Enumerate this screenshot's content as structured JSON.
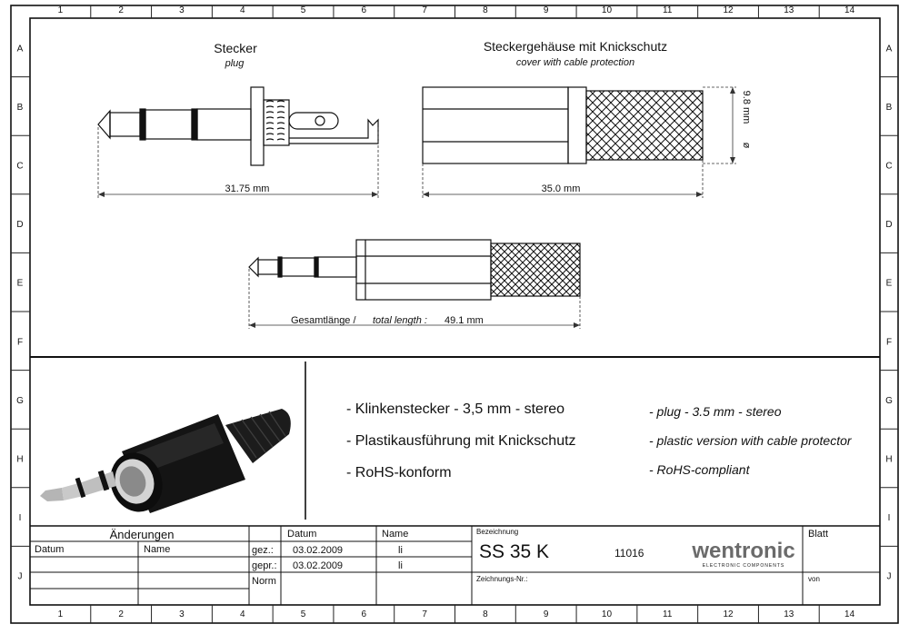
{
  "border": {
    "columns": [
      "1",
      "2",
      "3",
      "4",
      "5",
      "6",
      "7",
      "8",
      "9",
      "10",
      "11",
      "12",
      "13",
      "14"
    ],
    "rows": [
      "A",
      "B",
      "C",
      "D",
      "E",
      "F",
      "G",
      "H",
      "I",
      "J"
    ]
  },
  "views": {
    "plug": {
      "title": "Stecker",
      "subtitle": "plug",
      "dimension": "31.75 mm"
    },
    "cover": {
      "title": "Steckergehäuse mit Knickschutz",
      "subtitle": "cover with cable protection",
      "dimension": "35.0 mm",
      "diameter": "9.8 mm",
      "diameter_symbol": "ø"
    },
    "assembly": {
      "label_de": "Gesamtlänge /",
      "label_en": "total length :",
      "dimension": "49.1 mm"
    }
  },
  "features": {
    "de": [
      "- Klinkenstecker - 3,5 mm - stereo",
      "- Plastikausführung mit Knickschutz",
      "- RoHS-konform"
    ],
    "en": [
      "- plug - 3.5 mm - stereo",
      "- plastic version with cable protector",
      "- RoHS-compliant"
    ]
  },
  "title_block": {
    "changes_header": "Änderungen",
    "changes_col_date": "Datum",
    "changes_col_name": "Name",
    "sign_col_date": "Datum",
    "sign_col_name": "Name",
    "rows": [
      {
        "label": "gez.:",
        "date": "03.02.2009",
        "name": "li"
      },
      {
        "label": "gepr.:",
        "date": "03.02.2009",
        "name": "li"
      },
      {
        "label": "Norm",
        "date": "",
        "name": ""
      }
    ],
    "designation_label": "Bezeichnung",
    "designation": "SS 35 K",
    "article_number": "11016",
    "drawing_no_label": "Zeichnungs-Nr.:",
    "sheet_label": "Blatt",
    "of_label": "von",
    "logo_text": "wentronic",
    "logo_subtext": "ELECTRONIC COMPONENTS"
  }
}
